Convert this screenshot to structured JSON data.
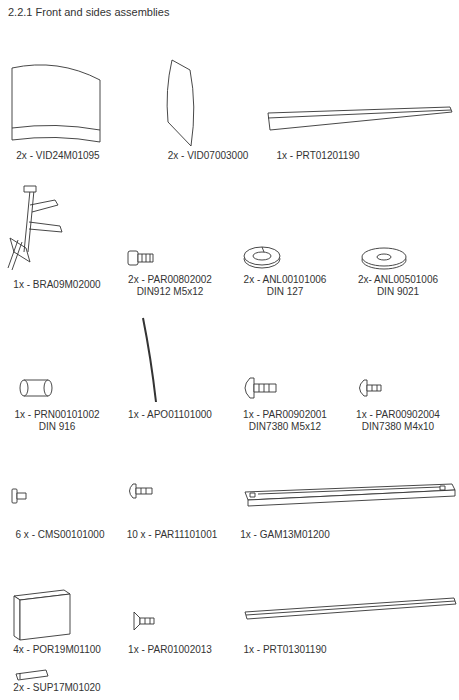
{
  "diagram": {
    "title": "2.2.1 Front and sides assemblies",
    "labels": [
      "2x - VID24M01095",
      "2x - VID07003000",
      "1x - PRT01201190",
      "1x - BRA09M02000",
      "2x - PAR00802002",
      "DIN912 M5x12",
      "2x - ANL00101006",
      "DIN 127",
      "2x- ANL00501006",
      "DIN 9021",
      "1x - PRN00101002",
      "DIN 916",
      "1x - APO01101000",
      "1x - PAR00902001",
      "DIN7380 M5x12",
      "1x - PAR00902004",
      "DIN7380 M4x10",
      "6 x - CMS00101000",
      "10 x - PAR11101001",
      "1x - GAM13M01200",
      "4x - POR19M01100",
      "1x - PAR01002013",
      "1x - PRT01301190",
      "2x - SUP17M01020"
    ]
  }
}
